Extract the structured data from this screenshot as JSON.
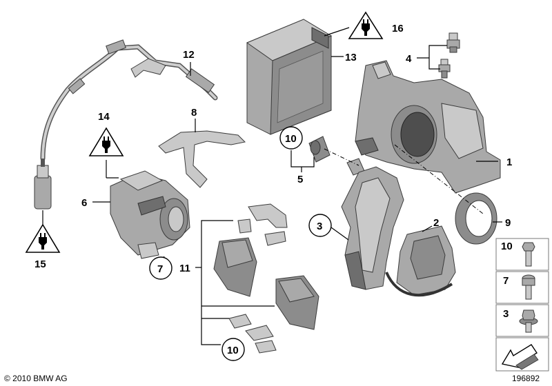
{
  "callouts": {
    "c1": "1",
    "c2": "2",
    "c3": "3",
    "c4": "4",
    "c5": "5",
    "c6": "6",
    "c7": "7",
    "c8": "8",
    "c9": "9",
    "c10a": "10",
    "c10b": "10",
    "c11": "11",
    "c12": "12",
    "c13": "13",
    "c14": "14",
    "c15": "15",
    "c16": "16"
  },
  "legend": {
    "items": [
      {
        "label": "10",
        "icon": "hex-bolt-icon"
      },
      {
        "label": "7",
        "icon": "torx-bolt-icon"
      },
      {
        "label": "3",
        "icon": "flange-bolt-icon"
      }
    ]
  },
  "footer": {
    "copyright": "© 2010 BMW AG",
    "diagram_number": "196892"
  },
  "icons": [
    "electrical-warning-icon",
    "direction-arrow-icon"
  ]
}
